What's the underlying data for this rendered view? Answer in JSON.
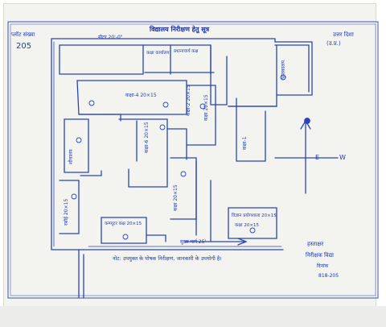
{
  "title": "विद्यालय निरीक्षण हेतु सूत्र",
  "plot": {
    "label": "प्लॉट संख्या",
    "number": "205"
  },
  "top_right_label": "उत्तर दिशा",
  "top_right_subtext": "(उ.प्र.)",
  "top_measure": "मीटर 20'-0\"",
  "rooms": [
    {
      "id": "r1",
      "text": "कक्षा कार्यालय"
    },
    {
      "id": "r2",
      "text": "प्रधानाचार्य कक्ष"
    },
    {
      "id": "r3",
      "text": "कक्षा-4 20×15"
    },
    {
      "id": "r4",
      "text": "कक्षा 20×15"
    },
    {
      "id": "r5",
      "text": "पुस्तकालय"
    },
    {
      "id": "r6",
      "text": "कक्षा-2 20×15"
    },
    {
      "id": "r7",
      "text": "कक्षा-1"
    },
    {
      "id": "r8",
      "text": "कक्षा-6 20×15"
    },
    {
      "id": "r9",
      "text": "शौचालय"
    },
    {
      "id": "r10",
      "text": "कक्षा 20×15"
    },
    {
      "id": "r11",
      "text": "रसोई 20×15"
    },
    {
      "id": "r12",
      "text": "कम्प्यूटर कक्ष 20×15"
    },
    {
      "id": "r13",
      "text": "विज्ञान प्रयोगशाला 20×15"
    },
    {
      "id": "r14",
      "text": "कक्षा 20×15"
    }
  ],
  "compass": {
    "east": "E",
    "west": "W"
  },
  "road_label": "मुख्य मार्ग 25'",
  "note": "नोट: उपयुक्त के पोषक निरीक्षण, जानकारी के उपयोगी है।",
  "signature_block": {
    "line1": "हस्ताक्षर",
    "line2": "निरीक्षक विद्या",
    "line3": "दिनांक",
    "line4": "818-205"
  }
}
